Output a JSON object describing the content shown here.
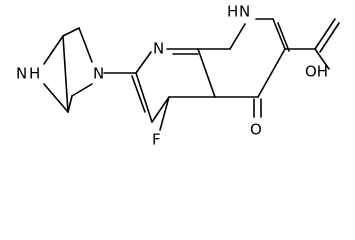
{
  "molecule": {
    "atoms": {
      "bridge_nh": "N",
      "bridge_h": "H",
      "ring_n": "N",
      "pyridine_n": "N",
      "nh": "N",
      "nh_h": "H",
      "fluorine": "F",
      "ketone_o": "O",
      "hydroxyl": "OH"
    }
  }
}
